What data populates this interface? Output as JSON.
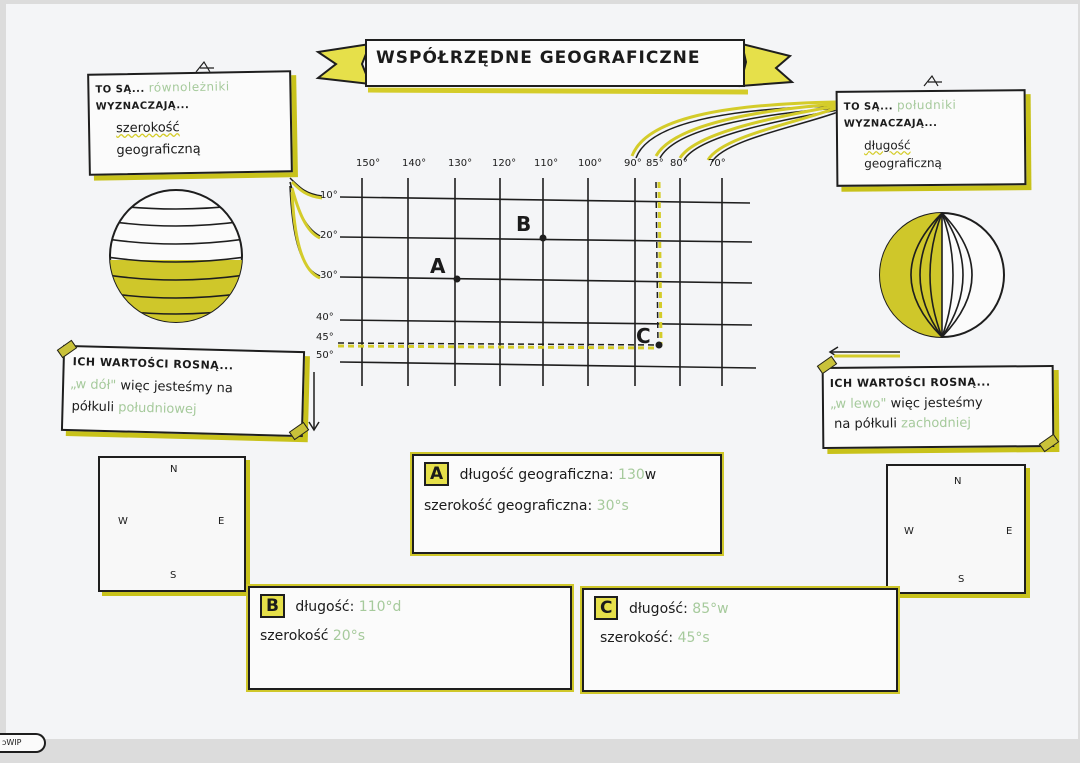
{
  "title": "WSPÓŁRZĘDNE GEOGRAFICZNE",
  "left_top_box": {
    "line1_prefix": "TO SĄ...",
    "line1_value": "równoleżniki",
    "line2": "WYZNACZAJĄ...",
    "line3": "szerokość",
    "line4": "geograficzną"
  },
  "right_top_box": {
    "line1_prefix": "TO SĄ...",
    "line1_value": "południki",
    "line2": "WYZNACZAJĄ...",
    "line3": "długość",
    "line4": "geograficzną"
  },
  "left_mid_box": {
    "line1": "ICH WARTOŚCI ROSNĄ...",
    "line2_quote": "„w dół\"",
    "line2_rest": "więc jesteśmy na",
    "line3_prefix": "półkuli",
    "line3_value": "południowej"
  },
  "right_mid_box": {
    "line1": "ICH WARTOŚCI ROSNĄ...",
    "line2_quote": "„w lewo\"",
    "line2_rest": "więc jesteśmy",
    "line3_prefix": "na półkuli",
    "line3_value": "zachodniej"
  },
  "grid": {
    "longitude_ticks": [
      "150°",
      "140°",
      "130°",
      "120°",
      "110°",
      "100°",
      "90°",
      "85°",
      "80°",
      "70°"
    ],
    "latitude_ticks": [
      "10°",
      "20°",
      "30°",
      "40°",
      "45°",
      "50°"
    ],
    "points": [
      {
        "label": "A",
        "lon": "130°",
        "lat": "30°"
      },
      {
        "label": "B",
        "lon": "110°",
        "lat": "20°"
      },
      {
        "label": "C",
        "lon": "85°",
        "lat": "45°"
      }
    ]
  },
  "compass_left": {
    "n": "N",
    "s": "S",
    "w": "W",
    "e": "E",
    "highlight": "S"
  },
  "compass_right": {
    "n": "N",
    "s": "S",
    "w": "W",
    "e": "E",
    "highlight": "W"
  },
  "card_a": {
    "badge": "A",
    "line1_label": "długość geograficzna:",
    "line1_value": "130",
    "line1_suffix": "w",
    "line2_label": "szerokość geograficzna:",
    "line2_value": "30°s"
  },
  "card_b": {
    "badge": "B",
    "line1_label": "długość:",
    "line1_value": "110°d",
    "line2_label": "szerokość",
    "line2_value": "20°s"
  },
  "card_c": {
    "badge": "C",
    "line1_label": "długość:",
    "line1_value": "85°w",
    "line2_label": "szerokość:",
    "line2_value": "45°s"
  },
  "corner_text": "ɔWIP",
  "colors": {
    "accent": "#d4cc2a",
    "ink": "#1b1b1b",
    "green_ink": "#a6ca9c"
  }
}
